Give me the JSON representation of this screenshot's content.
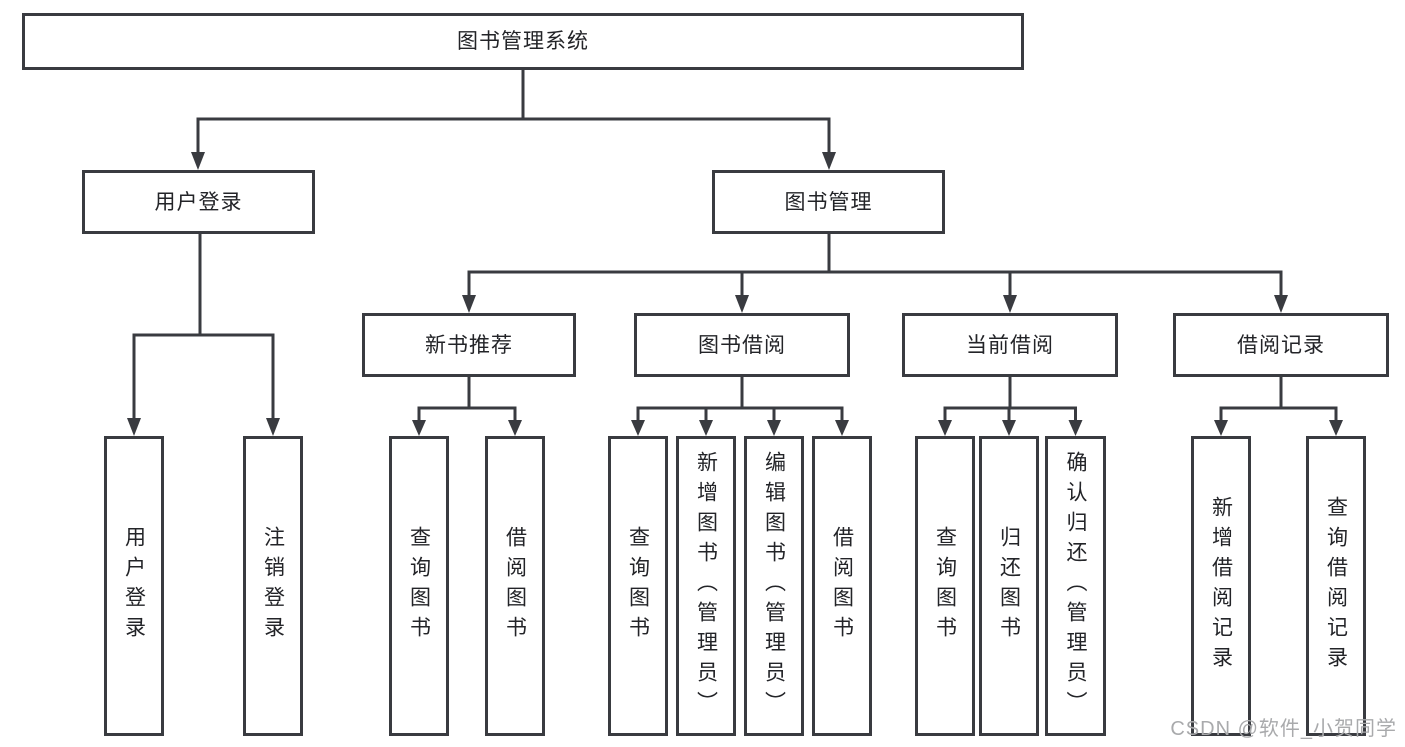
{
  "diagram": {
    "title": "图书管理系统"
  },
  "nodes": {
    "root": {
      "label": "图书管理系统"
    },
    "user_login": {
      "label": "用户登录"
    },
    "book_mgmt": {
      "label": "图书管理"
    },
    "new_book_rec": {
      "label": "新书推荐"
    },
    "book_borrow": {
      "label": "图书借阅"
    },
    "current_borrow": {
      "label": "当前借阅"
    },
    "borrow_records": {
      "label": "借阅记录"
    },
    "leaf_user_login": {
      "label": "用户登录"
    },
    "leaf_logout": {
      "label": "注销登录"
    },
    "leaf_rec_query": {
      "label": "查询图书"
    },
    "leaf_rec_borrow": {
      "label": "借阅图书"
    },
    "leaf_bb_query": {
      "label": "查询图书"
    },
    "leaf_bb_add": {
      "label": "新增图书（管理员）"
    },
    "leaf_bb_edit": {
      "label": "编辑图书（管理员）"
    },
    "leaf_bb_borrow": {
      "label": "借阅图书"
    },
    "leaf_cb_query": {
      "label": "查询图书"
    },
    "leaf_cb_return": {
      "label": "归还图书"
    },
    "leaf_cb_confirm": {
      "label": "确认归还（管理员）"
    },
    "leaf_br_add": {
      "label": "新增借阅记录"
    },
    "leaf_br_query": {
      "label": "查询借阅记录"
    }
  },
  "watermark": {
    "text": "CSDN @软件_小贺同学"
  },
  "colors": {
    "line": "#393b40",
    "text": "#232428",
    "watermark": "#a9aaac",
    "background": "#ffffff"
  }
}
